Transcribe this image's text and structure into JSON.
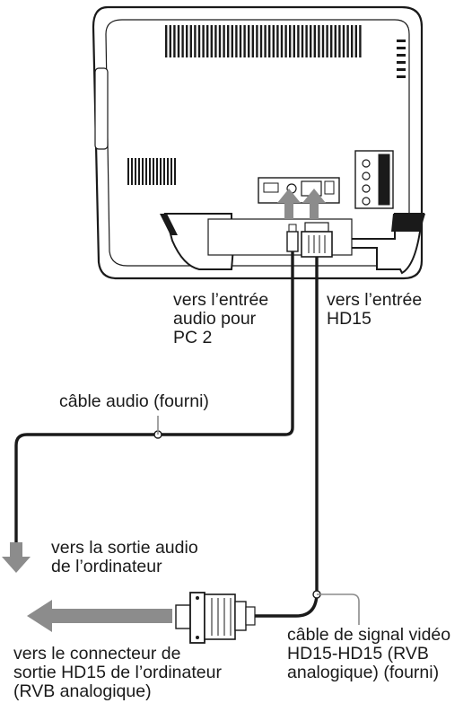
{
  "labels": {
    "audio_input": "vers l’entrée\naudio pour\nPC 2",
    "hd15_input": "vers l’entrée\nHD15",
    "audio_cable": "câble audio (fourni)",
    "audio_output": "vers la sortie audio\nde l’ordinateur",
    "hd15_output": "vers le connecteur de\nsortie HD15 de l’ordinateur\n(RVB analogique)",
    "video_cable": "câble de signal vidéo\nHD15-HD15 (RVB\nanalogique) (fourni)"
  },
  "colors": {
    "line": "#1a1a1a",
    "arrow": "#8c8c8c",
    "panel": "#ffffff"
  }
}
